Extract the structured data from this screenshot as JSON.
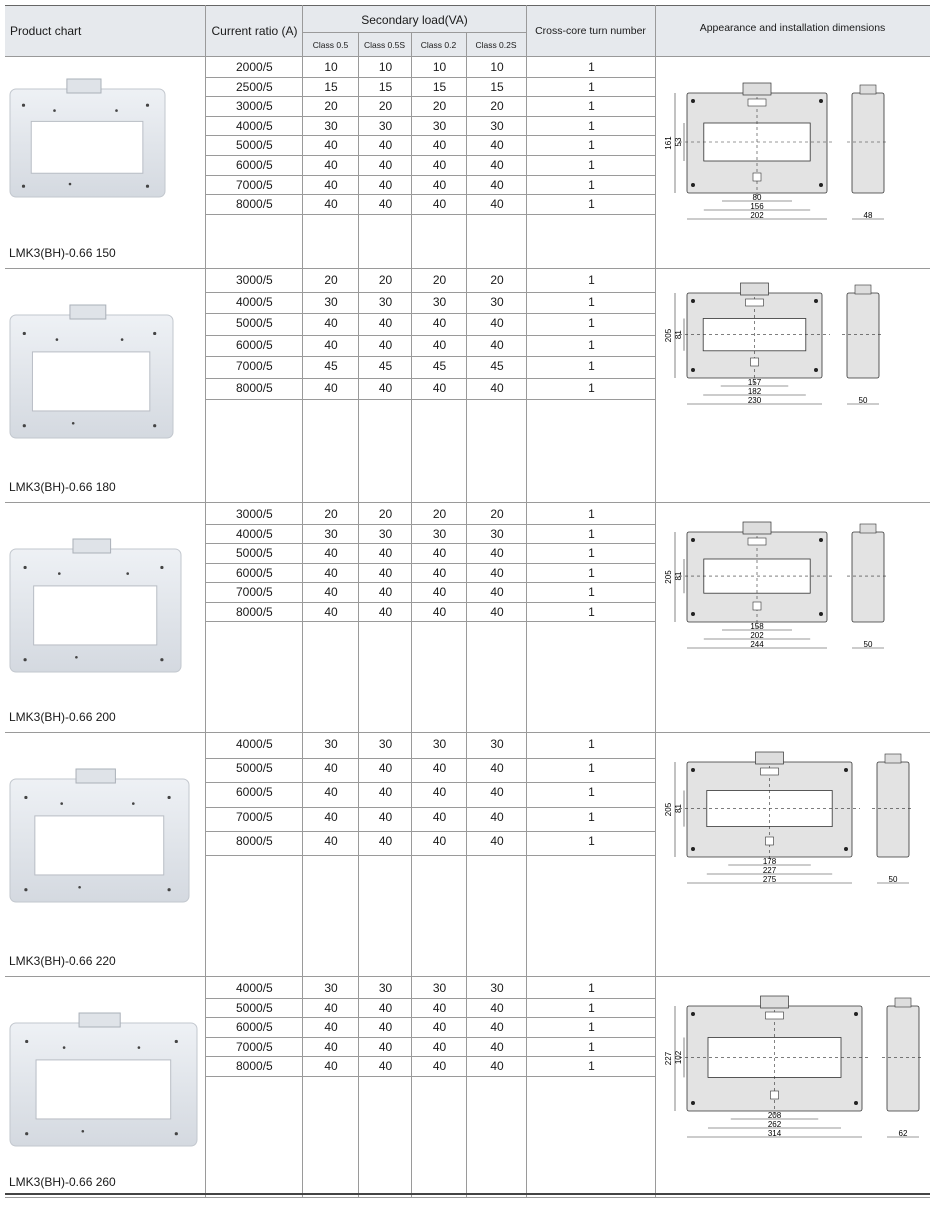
{
  "header": {
    "product_chart": "Product chart",
    "current_ratio": "Current ratio (A)",
    "secondary_load": "Secondary load(VA)",
    "classes": [
      "Class 0.5",
      "Class 0.5S",
      "Class 0.2",
      "Class 0.2S"
    ],
    "cross_core": "Cross-core turn number",
    "appearance": "Appearance and installation dimensions"
  },
  "products": [
    {
      "model": "LMK3(BH)-0.66  150",
      "rows": [
        [
          "2000/5",
          "10",
          "10",
          "10",
          "10",
          "1"
        ],
        [
          "2500/5",
          "15",
          "15",
          "15",
          "15",
          "1"
        ],
        [
          "3000/5",
          "20",
          "20",
          "20",
          "20",
          "1"
        ],
        [
          "4000/5",
          "30",
          "30",
          "30",
          "30",
          "1"
        ],
        [
          "5000/5",
          "40",
          "40",
          "40",
          "40",
          "1"
        ],
        [
          "6000/5",
          "40",
          "40",
          "40",
          "40",
          "1"
        ],
        [
          "7000/5",
          "40",
          "40",
          "40",
          "40",
          "1"
        ],
        [
          "8000/5",
          "40",
          "40",
          "40",
          "40",
          "1"
        ]
      ],
      "dims": {
        "height": "161",
        "window": "53",
        "holes": "80",
        "inner": "156",
        "width": "202",
        "depth": "48"
      }
    },
    {
      "model": "LMK3(BH)-0.66  180",
      "rows": [
        [
          "3000/5",
          "20",
          "20",
          "20",
          "20",
          "1"
        ],
        [
          "4000/5",
          "30",
          "30",
          "30",
          "30",
          "1"
        ],
        [
          "5000/5",
          "40",
          "40",
          "40",
          "40",
          "1"
        ],
        [
          "6000/5",
          "40",
          "40",
          "40",
          "40",
          "1"
        ],
        [
          "7000/5",
          "45",
          "45",
          "45",
          "45",
          "1"
        ],
        [
          "8000/5",
          "40",
          "40",
          "40",
          "40",
          "1"
        ]
      ],
      "dims": {
        "height": "205",
        "window": "81",
        "holes": "157",
        "inner": "182",
        "width": "230",
        "depth": "50"
      }
    },
    {
      "model": "LMK3(BH)-0.66  200",
      "rows": [
        [
          "3000/5",
          "20",
          "20",
          "20",
          "20",
          "1"
        ],
        [
          "4000/5",
          "30",
          "30",
          "30",
          "30",
          "1"
        ],
        [
          "5000/5",
          "40",
          "40",
          "40",
          "40",
          "1"
        ],
        [
          "6000/5",
          "40",
          "40",
          "40",
          "40",
          "1"
        ],
        [
          "7000/5",
          "40",
          "40",
          "40",
          "40",
          "1"
        ],
        [
          "8000/5",
          "40",
          "40",
          "40",
          "40",
          "1"
        ]
      ],
      "dims": {
        "height": "205",
        "window": "81",
        "holes": "158",
        "inner": "202",
        "width": "244",
        "depth": "50"
      }
    },
    {
      "model": "LMK3(BH)-0.66  220",
      "rows": [
        [
          "4000/5",
          "30",
          "30",
          "30",
          "30",
          "1"
        ],
        [
          "5000/5",
          "40",
          "40",
          "40",
          "40",
          "1"
        ],
        [
          "6000/5",
          "40",
          "40",
          "40",
          "40",
          "1"
        ],
        [
          "7000/5",
          "40",
          "40",
          "40",
          "40",
          "1"
        ],
        [
          "8000/5",
          "40",
          "40",
          "40",
          "40",
          "1"
        ]
      ],
      "dims": {
        "height": "205",
        "window": "81",
        "holes": "178",
        "inner": "227",
        "width": "275",
        "depth": "50"
      }
    },
    {
      "model": "LMK3(BH)-0.66  260",
      "rows": [
        [
          "4000/5",
          "30",
          "30",
          "30",
          "30",
          "1"
        ],
        [
          "5000/5",
          "40",
          "40",
          "40",
          "40",
          "1"
        ],
        [
          "6000/5",
          "40",
          "40",
          "40",
          "40",
          "1"
        ],
        [
          "7000/5",
          "40",
          "40",
          "40",
          "40",
          "1"
        ],
        [
          "8000/5",
          "40",
          "40",
          "40",
          "40",
          "1"
        ]
      ],
      "dims": {
        "height": "227",
        "window": "102",
        "holes": "208",
        "inner": "262",
        "width": "314",
        "depth": "62"
      }
    }
  ]
}
